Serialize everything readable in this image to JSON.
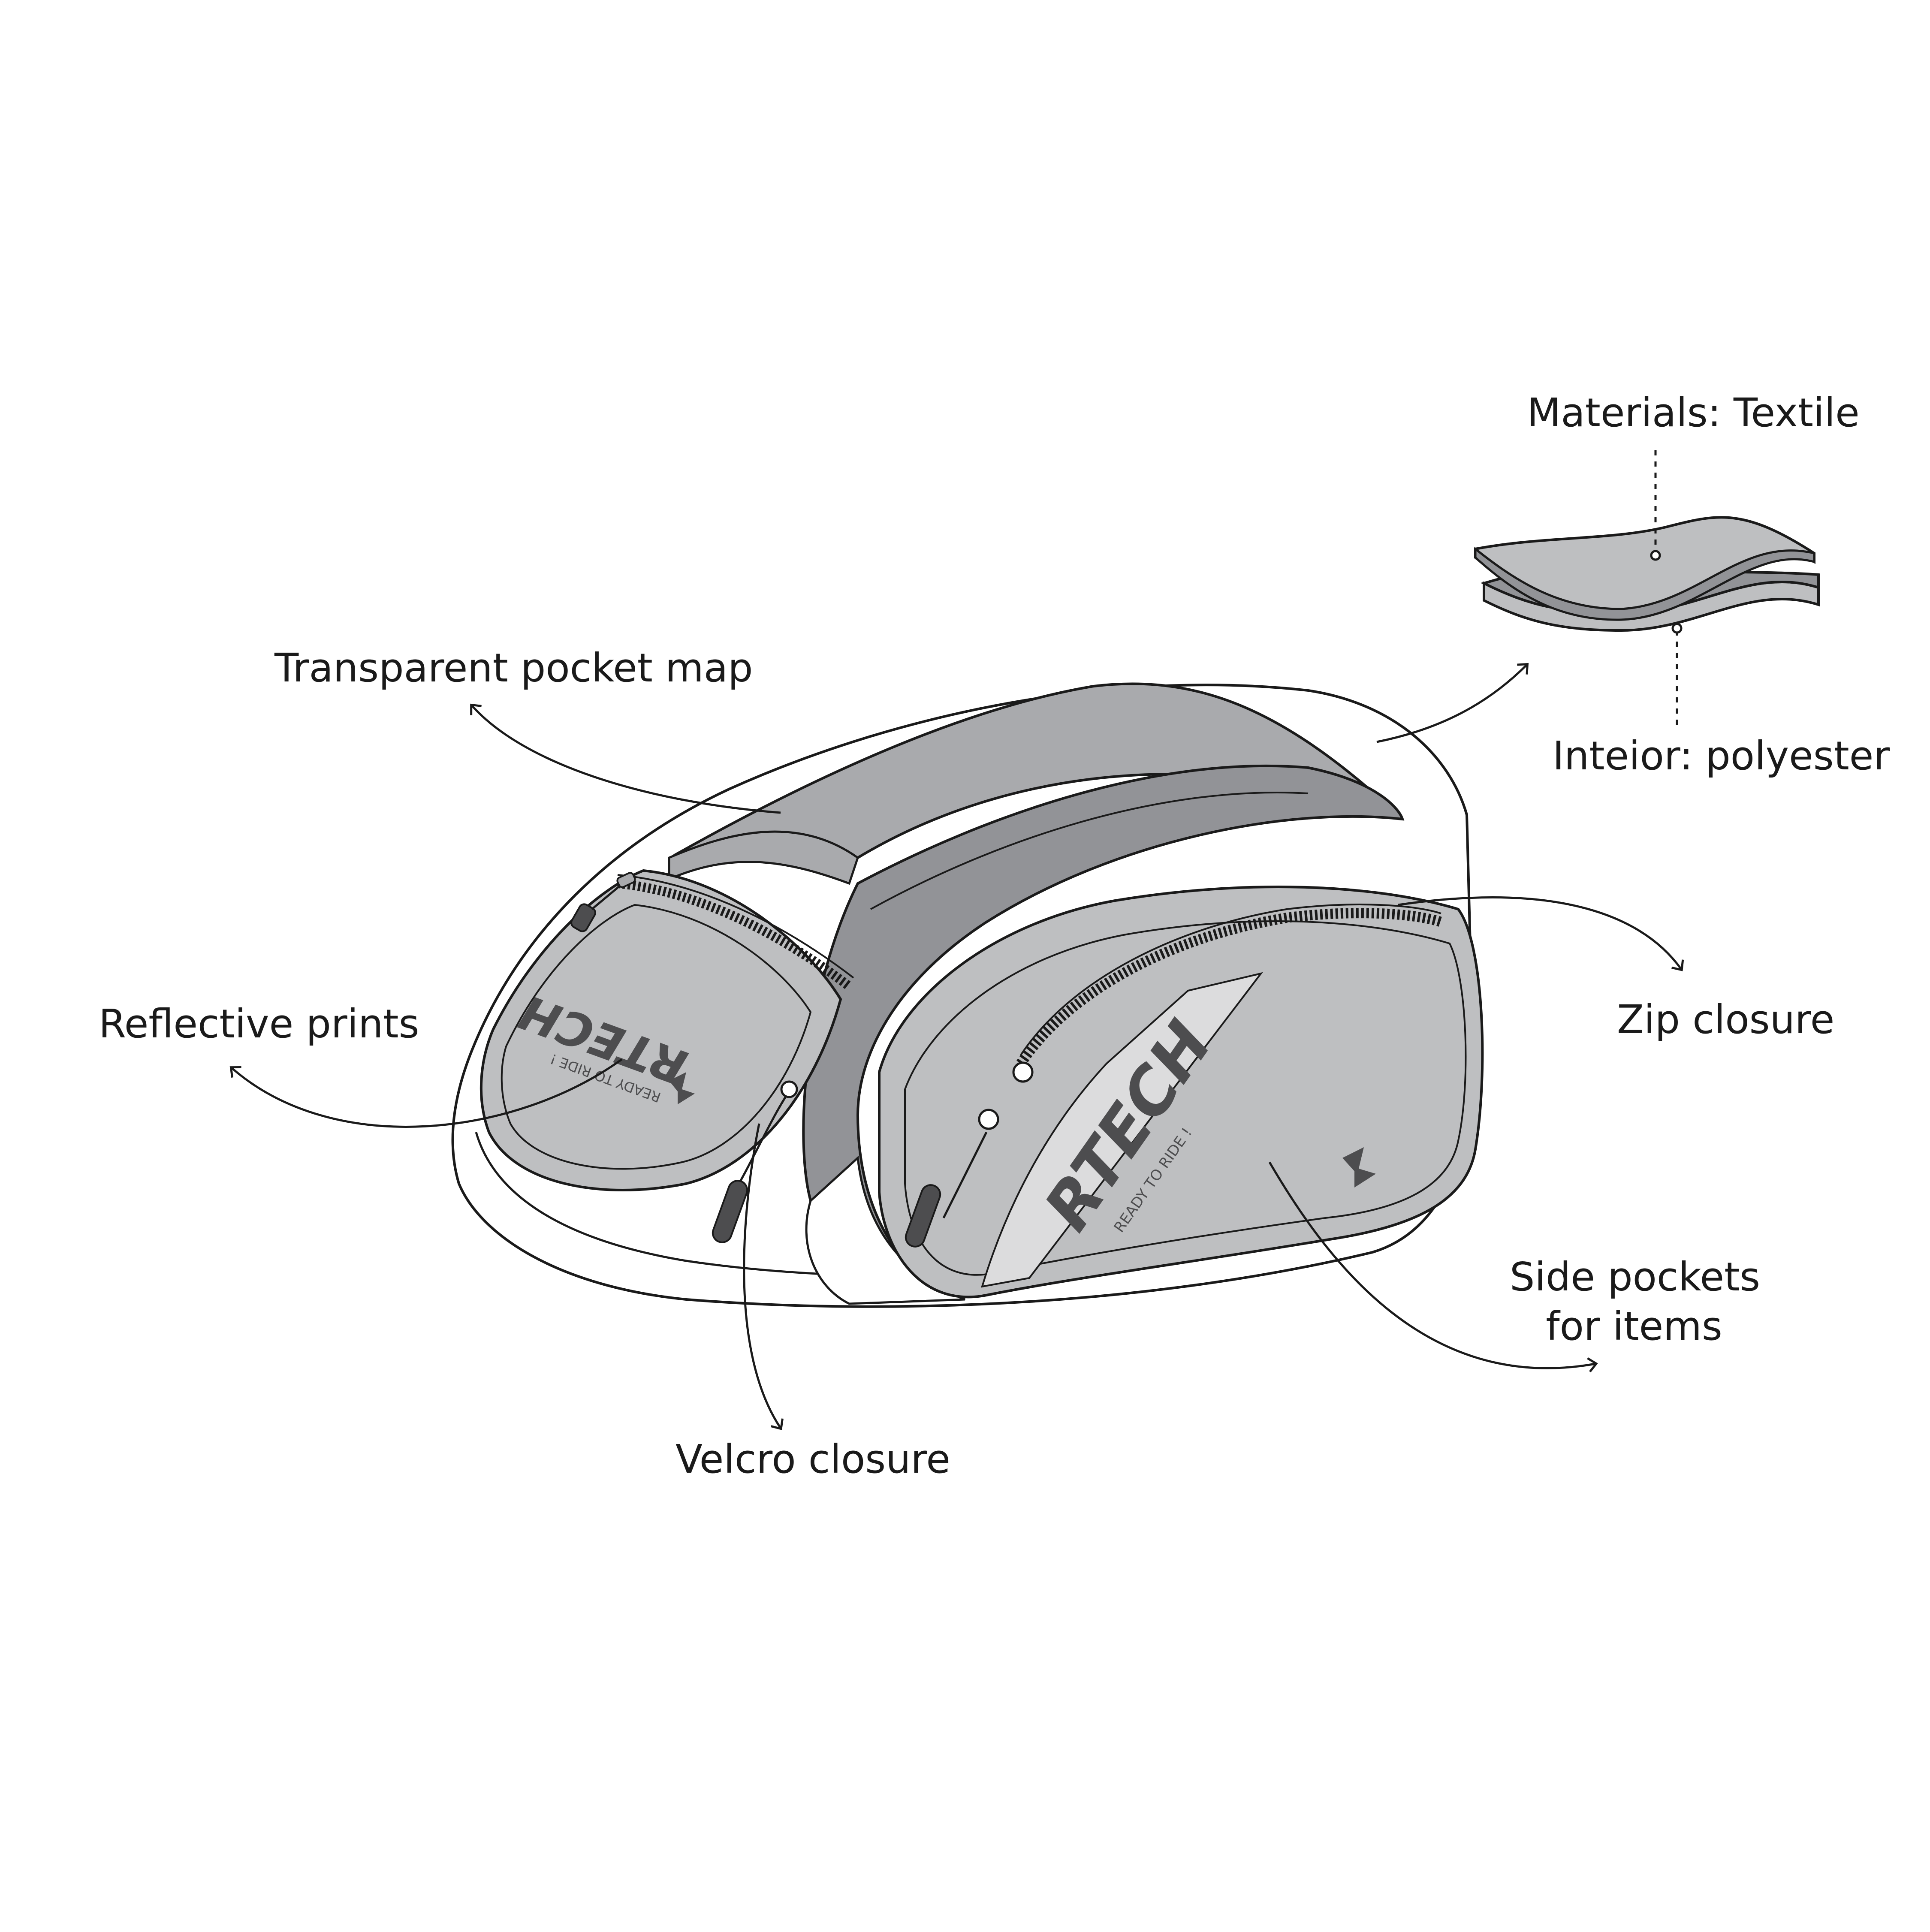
{
  "labels": {
    "materials": "Materials: Textile",
    "interior": "Inteior: polyester",
    "transparent_pocket": "Transparent pocket map",
    "reflective_prints": "Reflective prints",
    "zip_closure": "Zip closure",
    "side_pockets_line1": "Side pockets",
    "side_pockets_line2": "for items",
    "velcro_closure": "Velcro closure"
  },
  "branding": {
    "logo_text": "RTECH",
    "tagline": "READY TO RIDE !"
  },
  "colors": {
    "outline": "#1a1a1a",
    "dark_gray": "#929397",
    "mid_gray": "#a9aaad",
    "light_gray": "#bebfc1",
    "white": "#ffffff",
    "logo": "#4d4d4f"
  }
}
